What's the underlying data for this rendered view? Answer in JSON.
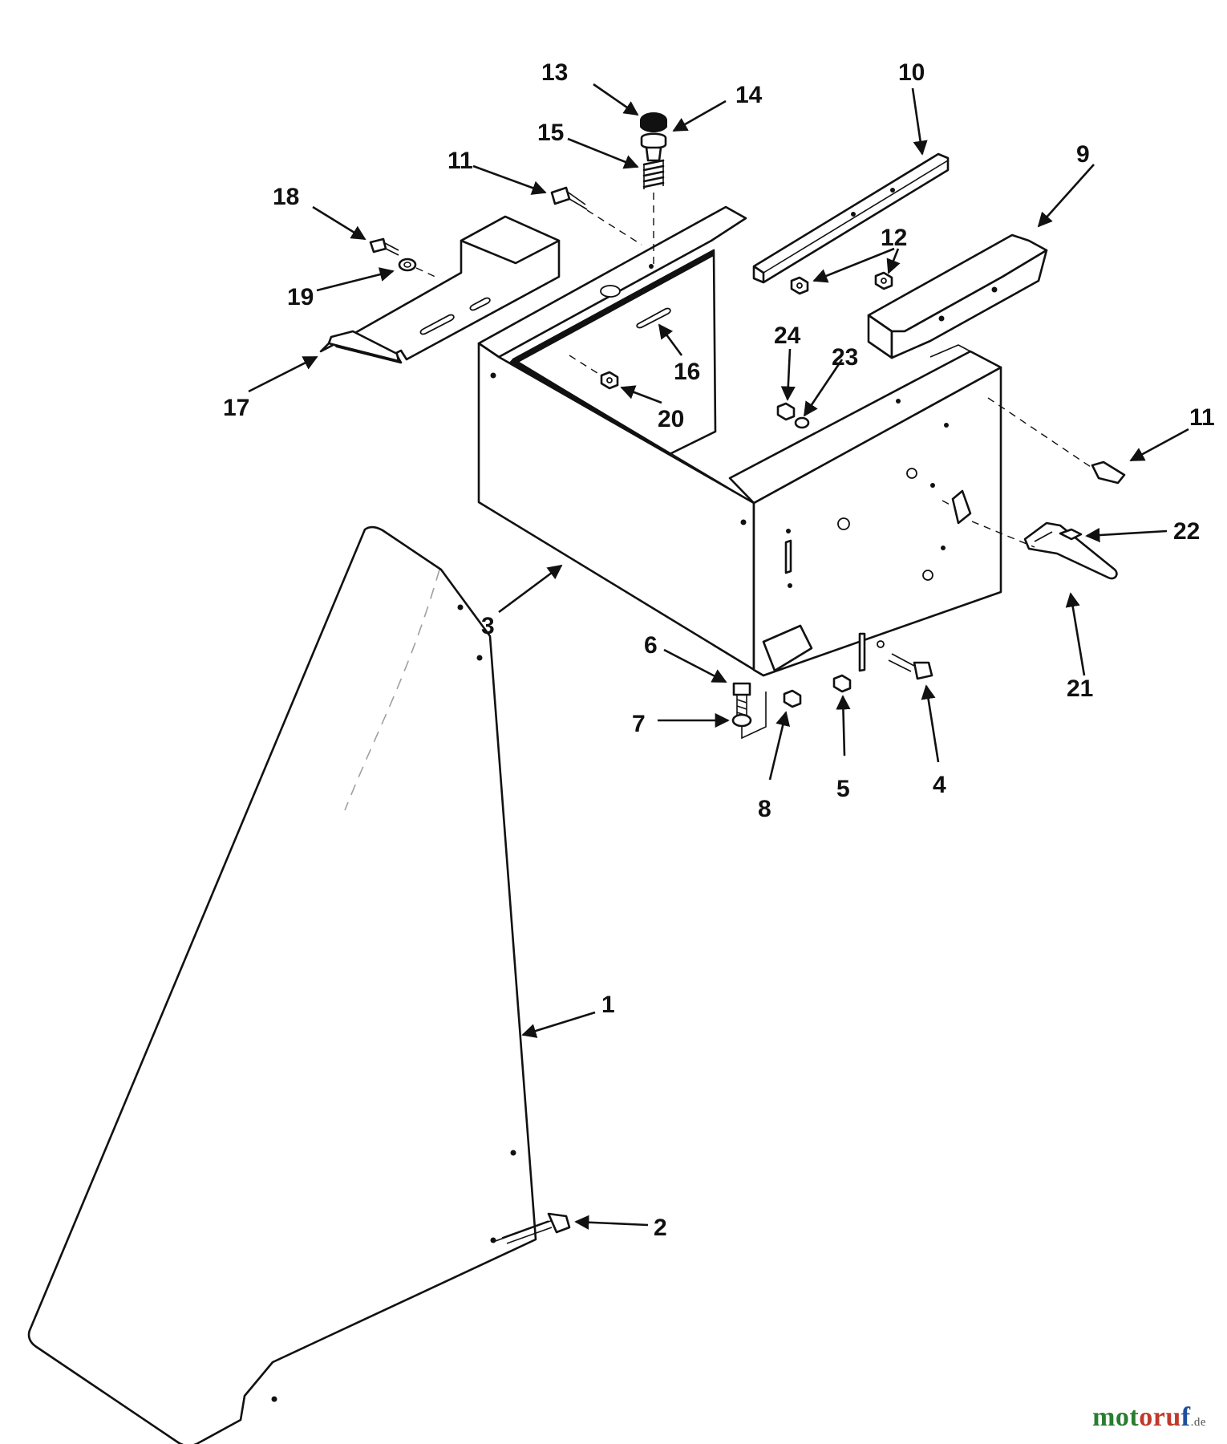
{
  "diagram": {
    "callouts": [
      {
        "key": "c1",
        "label": "1"
      },
      {
        "key": "c2",
        "label": "2"
      },
      {
        "key": "c3",
        "label": "3"
      },
      {
        "key": "c4",
        "label": "4"
      },
      {
        "key": "c5",
        "label": "5"
      },
      {
        "key": "c6",
        "label": "6"
      },
      {
        "key": "c7",
        "label": "7"
      },
      {
        "key": "c8",
        "label": "8"
      },
      {
        "key": "c9",
        "label": "9"
      },
      {
        "key": "c10",
        "label": "10"
      },
      {
        "key": "c11a",
        "label": "11"
      },
      {
        "key": "c11b",
        "label": "11"
      },
      {
        "key": "c12",
        "label": "12"
      },
      {
        "key": "c13",
        "label": "13"
      },
      {
        "key": "c14",
        "label": "14"
      },
      {
        "key": "c15",
        "label": "15"
      },
      {
        "key": "c16",
        "label": "16"
      },
      {
        "key": "c17",
        "label": "17"
      },
      {
        "key": "c18",
        "label": "18"
      },
      {
        "key": "c19",
        "label": "19"
      },
      {
        "key": "c20",
        "label": "20"
      },
      {
        "key": "c21",
        "label": "21"
      },
      {
        "key": "c22",
        "label": "22"
      },
      {
        "key": "c23",
        "label": "23"
      },
      {
        "key": "c24",
        "label": "24"
      }
    ]
  },
  "watermark": {
    "part_a": "mot",
    "part_b": "oru",
    "part_c": "f",
    "suffix": ".de"
  },
  "colors": {
    "line": "#111111",
    "background": "#ffffff",
    "watermark_green": "#2a7d2e",
    "watermark_red": "#c0392b",
    "watermark_blue": "#1f4e9c"
  }
}
